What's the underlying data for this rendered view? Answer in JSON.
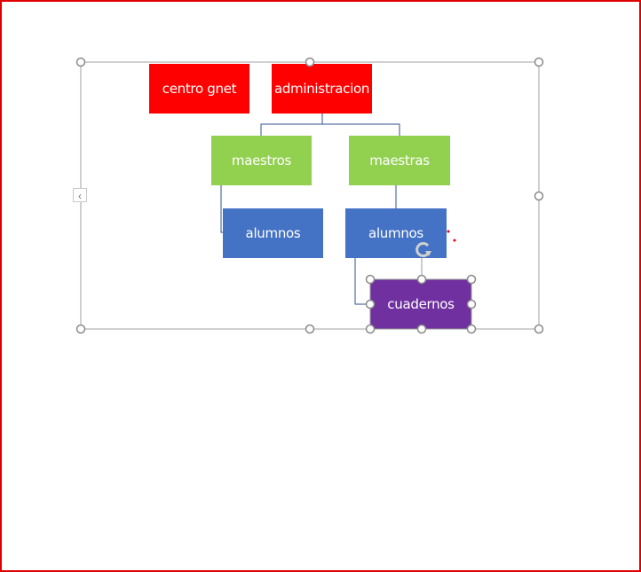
{
  "smartart": {
    "nodes": {
      "centro_gnet": "centro gnet",
      "administracion": "administracion",
      "maestros": "maestros",
      "maestras": "maestras",
      "alumnos_1": "alumnos",
      "alumnos_2": "alumnos",
      "cuadernos": "cuadernos"
    },
    "colors": {
      "level1": "#ff0000",
      "level2": "#92d050",
      "level3": "#4472c4",
      "selected": "#7030a0",
      "page_border": "#e00000"
    },
    "text_pane_toggle_icon": "chevron-left-icon"
  }
}
